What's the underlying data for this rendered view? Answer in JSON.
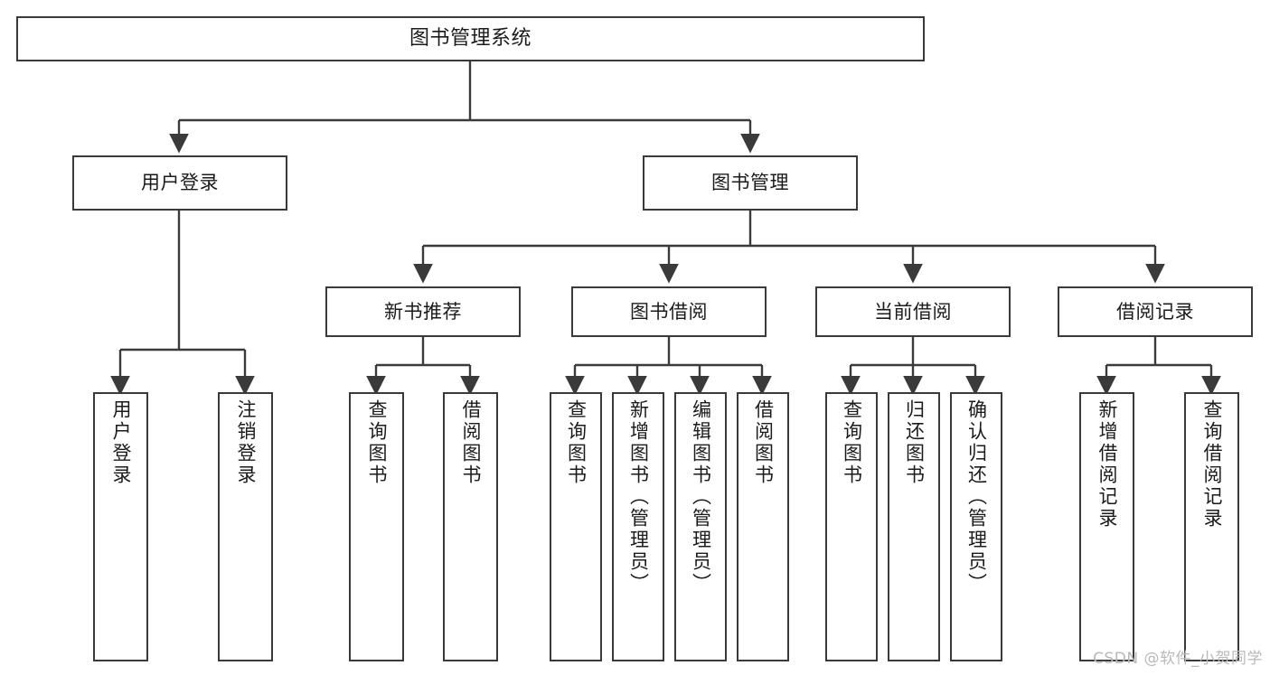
{
  "diagram": {
    "title": "图书管理系统",
    "type": "tree-hierarchy-chart",
    "stroke_color": "#3a3a3a",
    "fill_color": "#ffffff",
    "background_color": "#ffffff",
    "text_color": "#1b1b1b"
  },
  "watermark": {
    "text": "CSDN @软件_小贺同学",
    "color": "#b9b9b9"
  },
  "nodes": {
    "root": {
      "label": "图书管理系统"
    },
    "level1": [
      {
        "id": "user-login",
        "label": "用户登录"
      },
      {
        "id": "book-management",
        "label": "图书管理"
      }
    ],
    "level2": [
      {
        "id": "new-book-recommend",
        "label": "新书推荐"
      },
      {
        "id": "book-borrow",
        "label": "图书借阅"
      },
      {
        "id": "current-borrow",
        "label": "当前借阅"
      },
      {
        "id": "borrow-record",
        "label": "借阅记录"
      }
    ],
    "leaves": [
      {
        "id": "leaf-user-login",
        "label": "用户登录",
        "parent": "user-login"
      },
      {
        "id": "leaf-logout-login",
        "label": "注销登录",
        "parent": "user-login"
      },
      {
        "id": "leaf-query-book-1",
        "label": "查询图书",
        "parent": "new-book-recommend"
      },
      {
        "id": "leaf-borrow-book-1",
        "label": "借阅图书",
        "parent": "new-book-recommend"
      },
      {
        "id": "leaf-query-book-2",
        "label": "查询图书",
        "parent": "book-borrow"
      },
      {
        "id": "leaf-add-book",
        "label": "新增图书（管理员）",
        "parent": "book-borrow"
      },
      {
        "id": "leaf-edit-book",
        "label": "编辑图书（管理员）",
        "parent": "book-borrow"
      },
      {
        "id": "leaf-borrow-book-2",
        "label": "借阅图书",
        "parent": "book-borrow"
      },
      {
        "id": "leaf-query-book-3",
        "label": "查询图书",
        "parent": "current-borrow"
      },
      {
        "id": "leaf-return-book",
        "label": "归还图书",
        "parent": "current-borrow"
      },
      {
        "id": "leaf-confirm-return",
        "label": "确认归还（管理员）",
        "parent": "current-borrow"
      },
      {
        "id": "leaf-add-record",
        "label": "新增借阅记录",
        "parent": "borrow-record"
      },
      {
        "id": "leaf-query-record",
        "label": "查询借阅记录",
        "parent": "borrow-record"
      }
    ]
  }
}
